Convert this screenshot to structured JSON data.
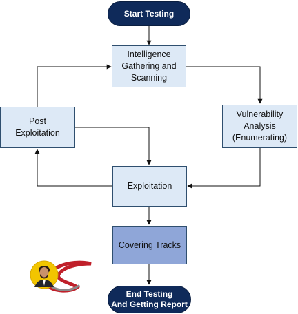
{
  "flowchart": {
    "start": "Start Testing",
    "intel": "Intelligence\nGathering and\nScanning",
    "vuln": "Vulnerability\nAnalysis\n(Enumerating)",
    "post": "Post\nExploitation",
    "exploit": "Exploitation",
    "covering": "Covering Tracks",
    "end": "End Testing\nAnd Getting Report"
  },
  "colors": {
    "terminal": "#0f2a5a",
    "process": "#dde9f6",
    "process_highlight": "#8fa6d8",
    "border": "#2f4f6f"
  },
  "logo": {
    "icon": "author-avatar-logo"
  }
}
